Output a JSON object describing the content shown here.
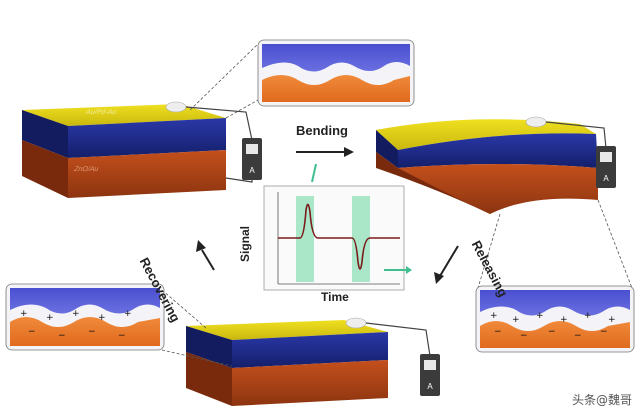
{
  "labels": {
    "bending": "Bending",
    "releasing": "Releasing",
    "recovering": "Recovering",
    "signal_axis": "Signal",
    "time_axis": "Time",
    "top_layer": "Au/Pd-Au",
    "bottom_layer": "ZnO/Au"
  },
  "meter_symbol": "A",
  "watermark": "头条@魏哥",
  "colors": {
    "electrode": "#e6d616",
    "piezo": "#1c2a8c",
    "substrate": "#b44a1a",
    "signal_line": "#7a1a1a",
    "highlight": "#8fe0b8",
    "arrow_green": "#3fbf8f"
  }
}
